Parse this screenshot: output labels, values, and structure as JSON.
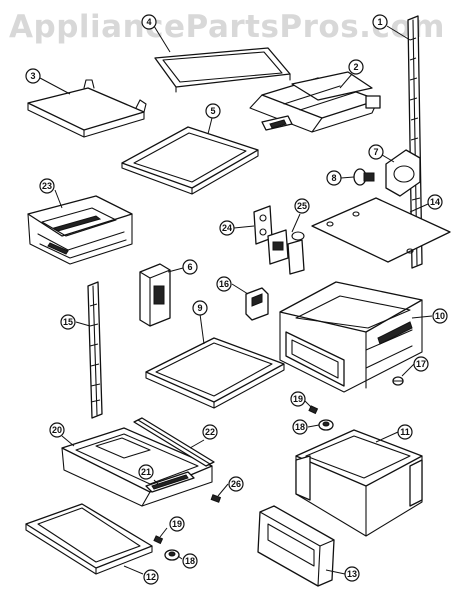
{
  "watermark": "AppliancePartsPros.com",
  "callouts": [
    {
      "label": "1"
    },
    {
      "label": "2"
    },
    {
      "label": "3"
    },
    {
      "label": "4"
    },
    {
      "label": "5"
    },
    {
      "label": "6"
    },
    {
      "label": "7"
    },
    {
      "label": "8"
    },
    {
      "label": "9"
    },
    {
      "label": "10"
    },
    {
      "label": "11"
    },
    {
      "label": "12"
    },
    {
      "label": "13"
    },
    {
      "label": "14"
    },
    {
      "label": "15"
    },
    {
      "label": "16"
    },
    {
      "label": "17"
    },
    {
      "label": "18"
    },
    {
      "label": "19"
    },
    {
      "label": "20"
    },
    {
      "label": "21"
    },
    {
      "label": "22"
    },
    {
      "label": "23"
    },
    {
      "label": "24"
    },
    {
      "label": "25"
    },
    {
      "label": "26"
    },
    {
      "label": "19"
    },
    {
      "label": "18"
    }
  ]
}
